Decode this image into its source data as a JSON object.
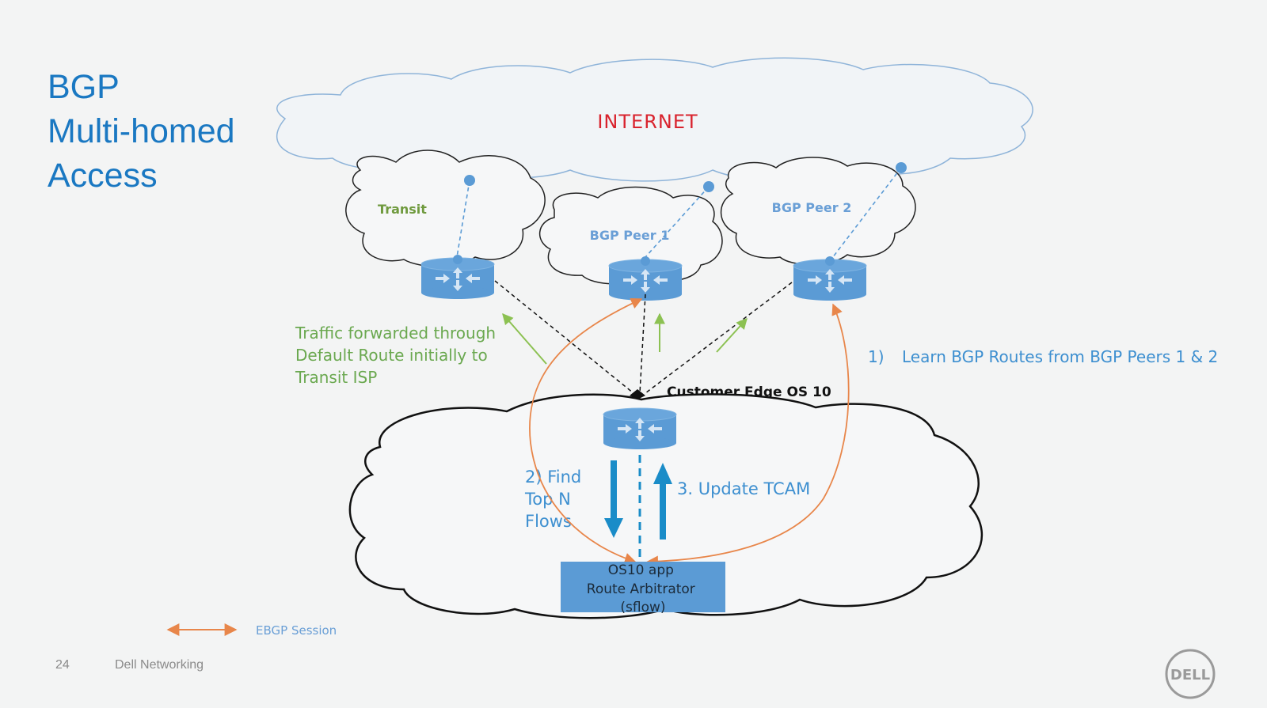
{
  "slide": {
    "title_lines": [
      "BGP",
      "Multi-homed",
      "Access"
    ],
    "page_number": "24",
    "footer_brand": "Dell Networking",
    "logo_text": "DELL"
  },
  "diagram": {
    "internet_label": "INTERNET",
    "clouds": {
      "transit": "Transit",
      "peer1": "BGP Peer 1",
      "peer2": "BGP Peer 2"
    },
    "customer_edge_label": "Customer Edge OS 10",
    "traffic_note": [
      "Traffic forwarded through",
      "Default Route initially to",
      "Transit ISP"
    ],
    "step1": {
      "number": "1)",
      "text": "Learn BGP Routes from BGP Peers 1 & 2"
    },
    "step2": [
      "2) Find",
      "Top N",
      "Flows"
    ],
    "step3": "3. Update TCAM",
    "app_box": [
      "OS10 app",
      "Route Arbitrator",
      "(sflow)"
    ],
    "legend": {
      "label": "EBGP Session"
    }
  },
  "colors": {
    "title_blue": "#1a78c2",
    "router_blue": "#5b9bd5",
    "internet_red": "#d9232e",
    "green_text": "#6aa84f",
    "orange_arrow": "#e8864a",
    "arrow_blue": "#1a8cc8"
  }
}
